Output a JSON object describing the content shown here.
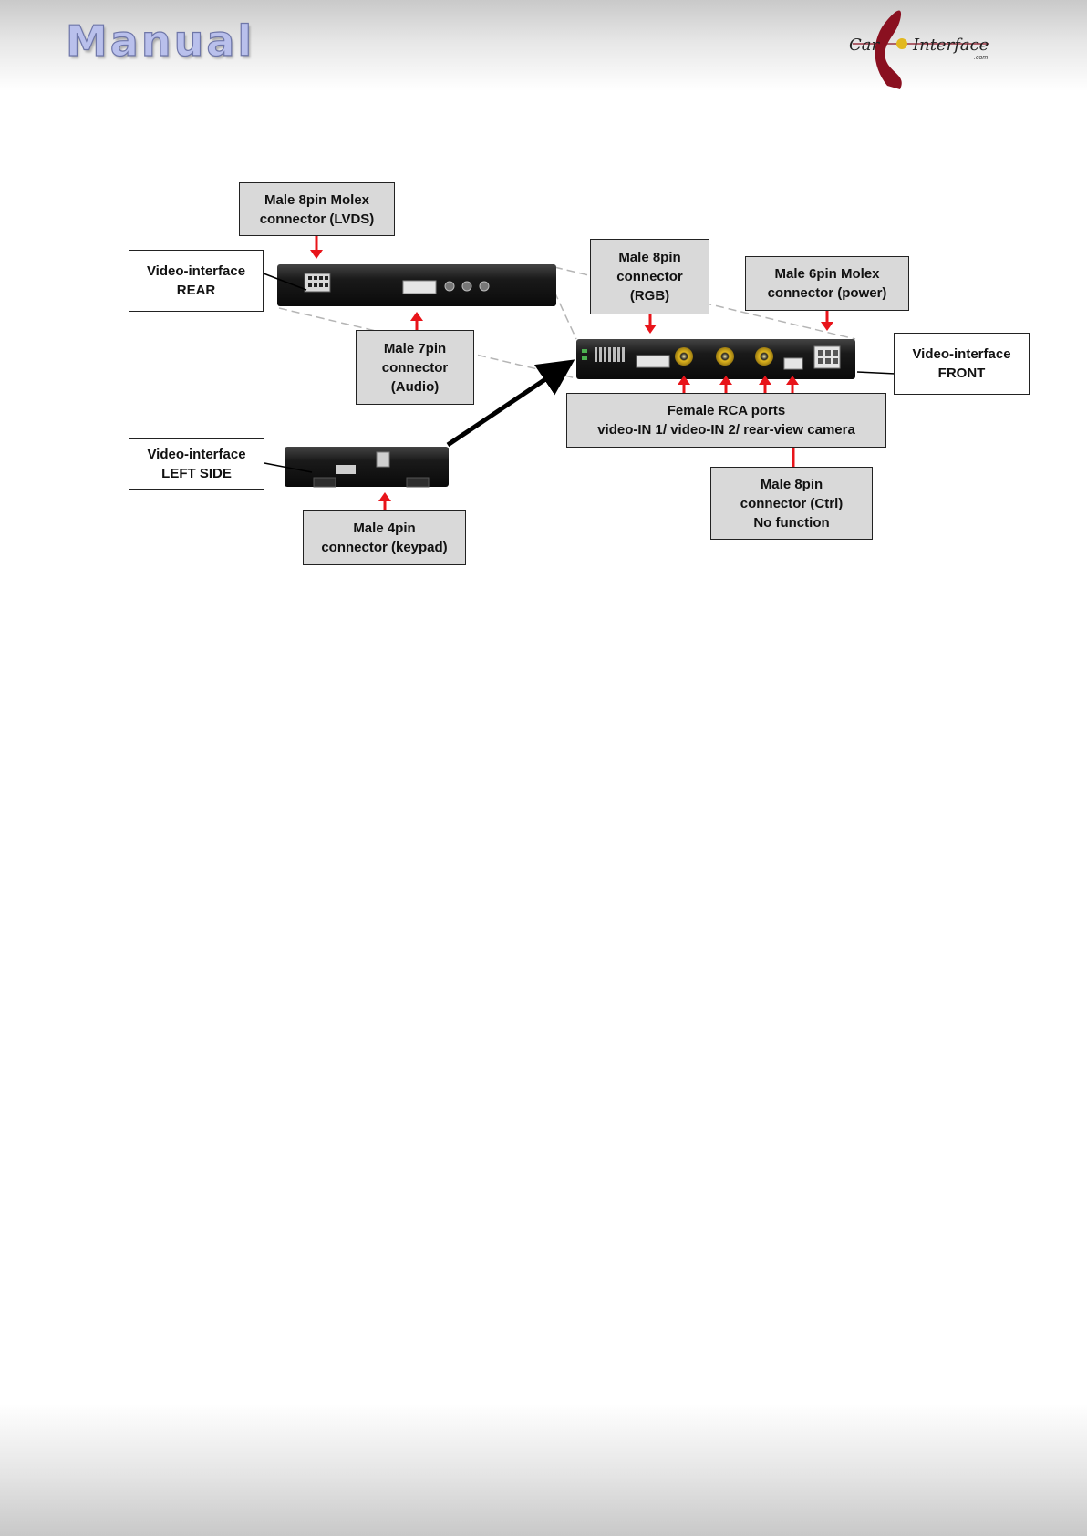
{
  "header": {
    "title": "Manual",
    "logo": {
      "text_left": "Car",
      "text_right": "Interface",
      "suffix": ".com"
    }
  },
  "diagram": {
    "labels": {
      "lvds": [
        "Male 8pin Molex",
        "connector (LVDS)"
      ],
      "rear": [
        "Video-interface",
        "REAR"
      ],
      "rgb": [
        "Male 8pin",
        "connector",
        "(RGB)"
      ],
      "power": [
        "Male 6pin Molex",
        "connector (power)"
      ],
      "audio": [
        "Male 7pin",
        "connector",
        "(Audio)"
      ],
      "front": [
        "Video-interface",
        "FRONT"
      ],
      "rca": [
        "Female RCA ports",
        "video-IN 1/ video-IN 2/ rear-view camera"
      ],
      "left_side": [
        "Video-interface",
        "LEFT SIDE"
      ],
      "ctrl": [
        "Male 8pin",
        "connector (Ctrl)",
        "No function"
      ],
      "keypad": [
        "Male 4pin",
        "connector (keypad)"
      ]
    }
  },
  "colors": {
    "label_fill": "#d9d9d9",
    "arrow_red": "#e8141a",
    "device_body": "#151515",
    "rca_yellow": "#e2b820"
  }
}
